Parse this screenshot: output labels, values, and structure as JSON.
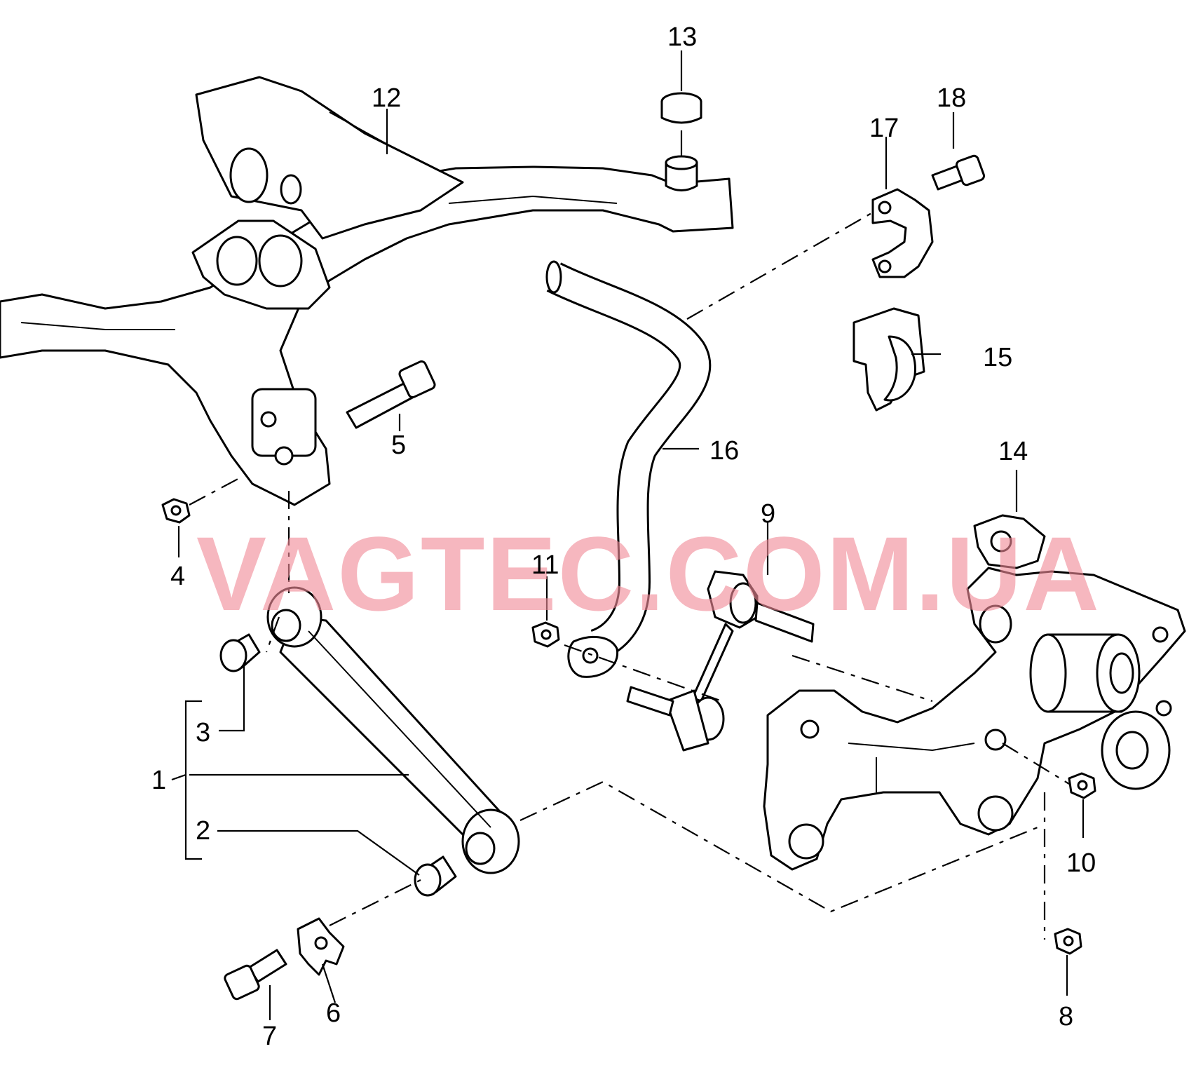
{
  "watermark": "VAGTEC.COM.UA",
  "callouts": [
    "1",
    "2",
    "3",
    "4",
    "5",
    "6",
    "7",
    "8",
    "9",
    "10",
    "11",
    "12",
    "13",
    "14",
    "15",
    "16",
    "17",
    "18"
  ],
  "colors": {
    "line": "#000000",
    "background": "#ffffff",
    "watermark": "#f08a98"
  }
}
